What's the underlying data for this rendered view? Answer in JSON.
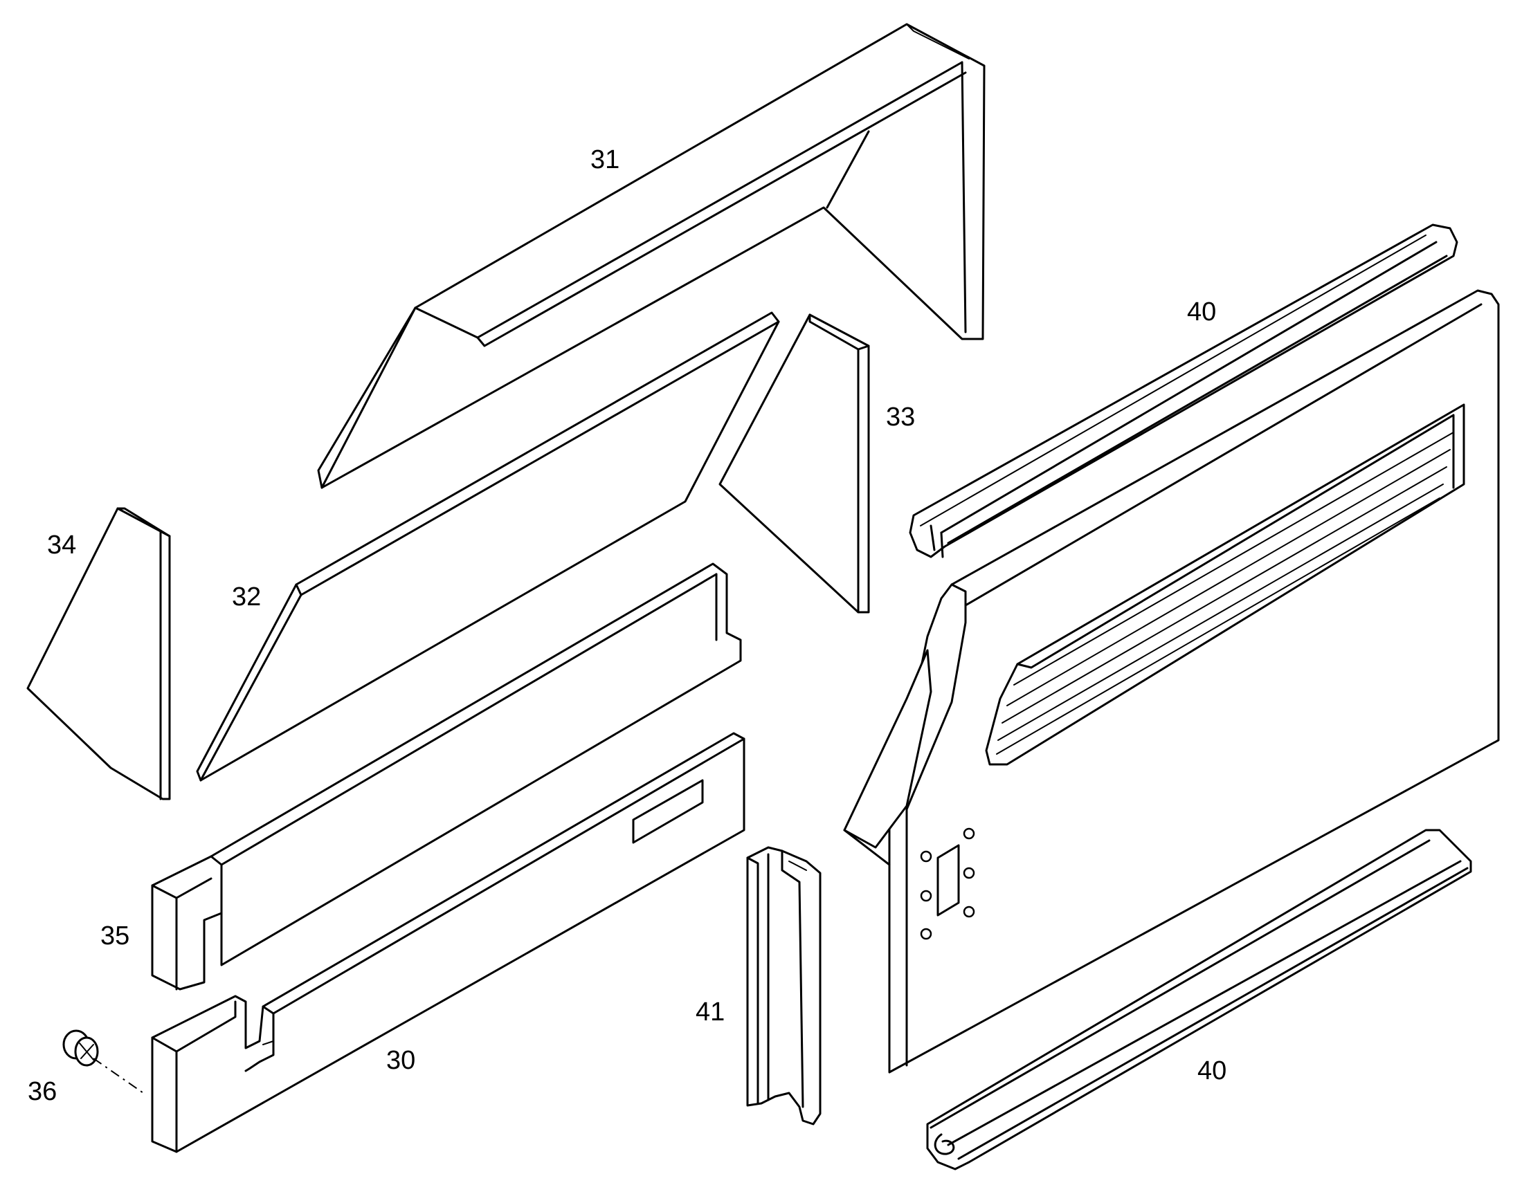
{
  "callouts": {
    "p30": "30",
    "p31": "31",
    "p32": "32",
    "p33": "33",
    "p34": "34",
    "p35": "35",
    "p36": "36",
    "p40_top": "40",
    "p40_bottom": "40",
    "p41": "41"
  },
  "colors": {
    "line": "#000000",
    "background": "#ffffff"
  }
}
